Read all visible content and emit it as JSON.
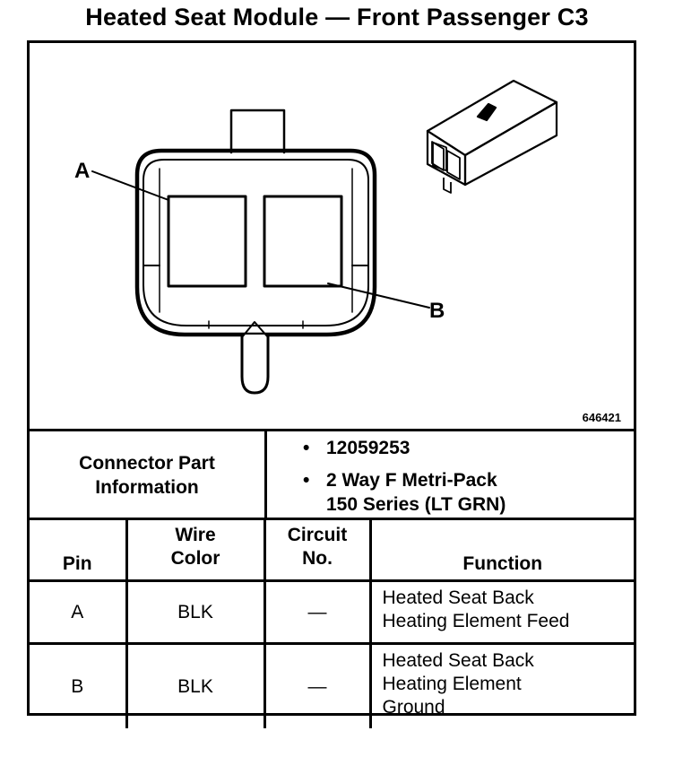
{
  "title": "Heated Seat Module — Front Passenger C3",
  "figure_id": "646421",
  "callouts": {
    "a": "A",
    "b": "B"
  },
  "connector_info": {
    "label_line1": "Connector Part",
    "label_line2": "Information",
    "part_number": "12059253",
    "description_line1": "2 Way F Metri-Pack",
    "description_line2": "150 Series (LT GRN)"
  },
  "pin_table": {
    "headers": {
      "pin": "Pin",
      "wire_color_line1": "Wire",
      "wire_color_line2": "Color",
      "circuit_line1": "Circuit",
      "circuit_line2": "No.",
      "function": "Function"
    },
    "rows": [
      {
        "pin": "A",
        "wire_color": "BLK",
        "circuit": "—",
        "function_lines": [
          "Heated Seat Back",
          "Heating Element Feed"
        ]
      },
      {
        "pin": "B",
        "wire_color": "BLK",
        "circuit": "—",
        "function_lines": [
          "Heated Seat Back",
          "Heating Element",
          "Ground"
        ]
      }
    ]
  }
}
